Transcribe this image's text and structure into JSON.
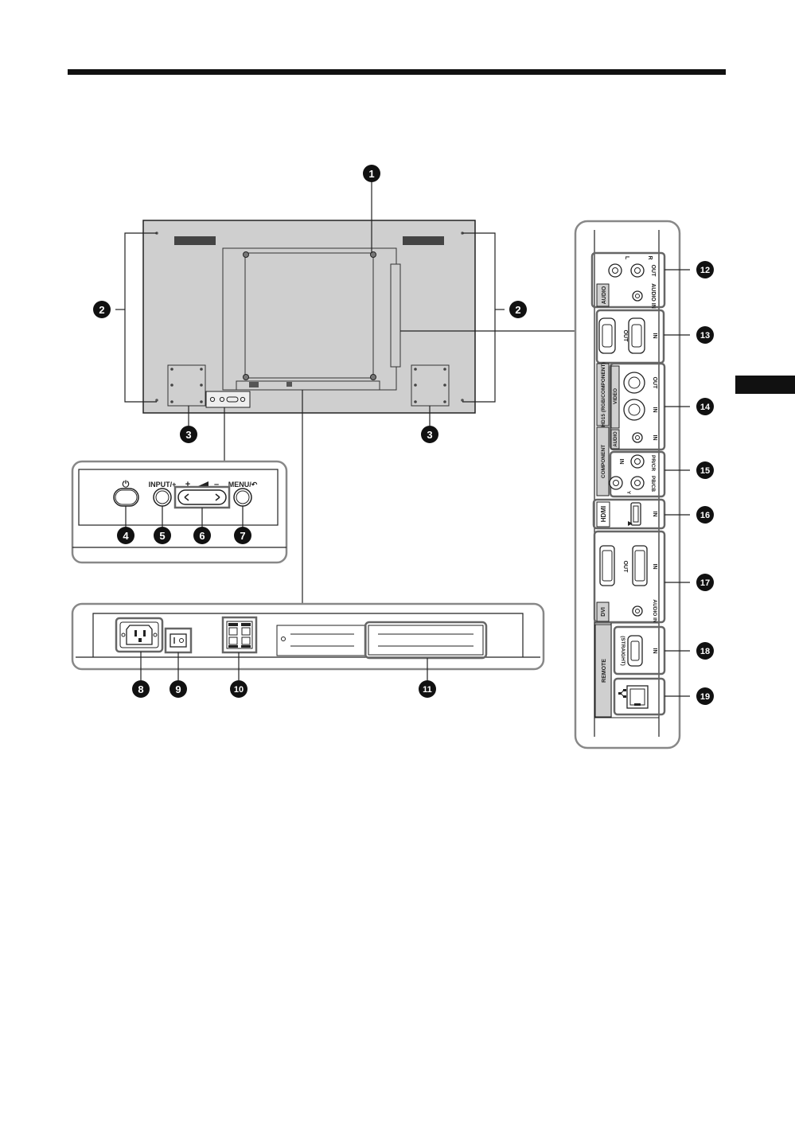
{
  "callouts": [
    "1",
    "2",
    "3",
    "4",
    "5",
    "6",
    "7",
    "8",
    "9",
    "10",
    "11",
    "12",
    "13",
    "14",
    "15",
    "16",
    "17",
    "18",
    "19"
  ],
  "control_panel": {
    "power_symbol": "⏻",
    "input_label": "INPUT/+",
    "plus": "+",
    "minus": "–",
    "menu_label": "MENU/↶"
  },
  "side_panel": {
    "audio_out_l": "L",
    "audio_out_r": "R",
    "out": "OUT",
    "audio_group": "AUDIO",
    "audio_in": "AUDIO IN",
    "hd15_out": "OUT",
    "hd15_in": "IN",
    "hd15_group": "HD15 (RGB/COMPONENT)",
    "video_group": "VIDEO",
    "video_out": "OUT",
    "video_in": "IN",
    "video_audio_group": "AUDIO",
    "video_audio_in": "IN",
    "component_group": "COMPONENT",
    "component_in": "IN",
    "pr_cr": "PR/CR",
    "pb_cb": "PB/CB",
    "y": "Y",
    "hdmi_logo": "HDMI",
    "hdmi_in": "IN",
    "dvi_out": "OUT",
    "dvi_in": "IN",
    "dvi_audio_in": "AUDIO IN",
    "dvi_group": "DVI",
    "remote_group": "REMOTE",
    "straight": "(STRAIGHT)",
    "remote_in": "IN",
    "lan_icon": "network-icon"
  }
}
